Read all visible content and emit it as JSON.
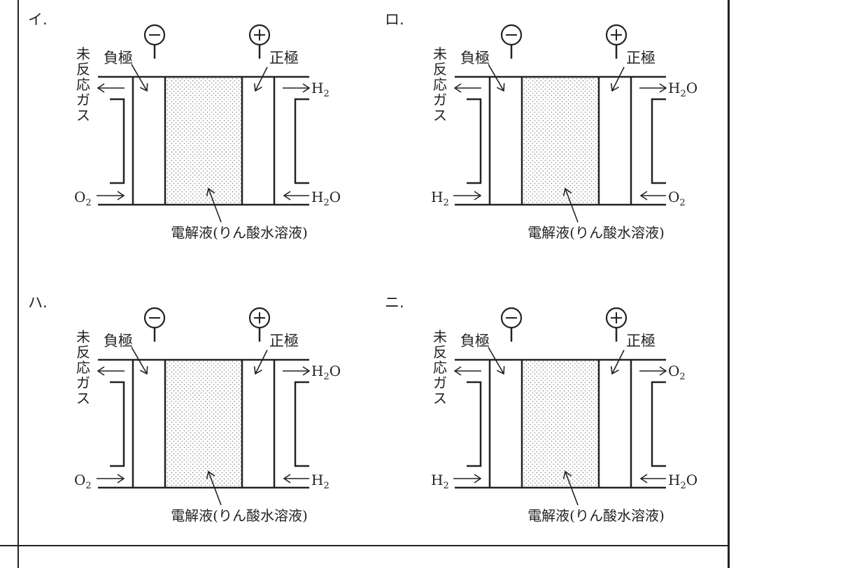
{
  "labels": {
    "anode": "負極",
    "cathode": "正極",
    "unreacted_gas": [
      "未",
      "反",
      "応",
      "ガ",
      "ス"
    ],
    "electrolyte": "電解液(りん酸水溶液)",
    "minus_symbol": "−",
    "plus_symbol": "+"
  },
  "choices": [
    {
      "label": "イ.",
      "left_in": {
        "base": "O",
        "sub": "2"
      },
      "right_in": {
        "base": "H",
        "sub": "2",
        "tail": "O"
      },
      "right_out": {
        "base": "H",
        "sub": "2"
      }
    },
    {
      "label": "ロ.",
      "left_in": {
        "base": "H",
        "sub": "2"
      },
      "right_in": {
        "base": "O",
        "sub": "2"
      },
      "right_out": {
        "base": "H",
        "sub": "2",
        "tail": "O"
      }
    },
    {
      "label": "ハ.",
      "left_in": {
        "base": "O",
        "sub": "2"
      },
      "right_in": {
        "base": "H",
        "sub": "2"
      },
      "right_out": {
        "base": "H",
        "sub": "2",
        "tail": "O"
      }
    },
    {
      "label": "ニ.",
      "left_in": {
        "base": "H",
        "sub": "2"
      },
      "right_in": {
        "base": "H",
        "sub": "2",
        "tail": "O"
      },
      "right_out": {
        "base": "O",
        "sub": "2"
      }
    }
  ],
  "colors": {
    "line": "#222222",
    "dots": "#888888",
    "background": "#ffffff"
  }
}
